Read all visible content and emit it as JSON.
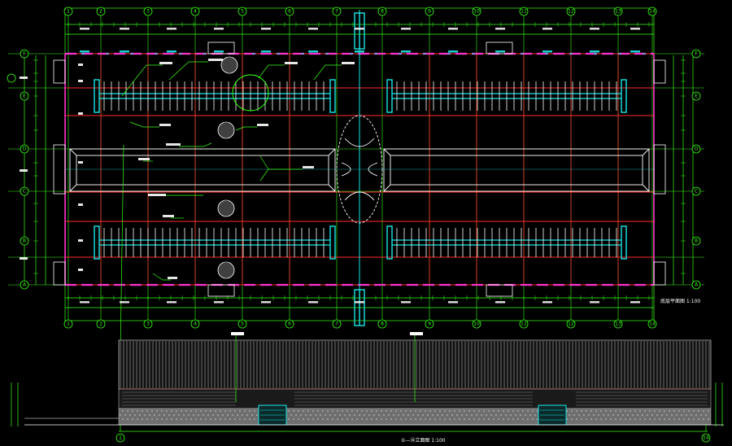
{
  "drawing": {
    "background": "#000000",
    "colors": {
      "grid_green": "#39ff14",
      "wall_red": "#ff2d2d",
      "cyan": "#19e6e6",
      "white": "#ffffff",
      "magenta": "#ff33cc",
      "roof_grey": "#b0b0b0",
      "gravel_grey": "#9a9a9a"
    },
    "plan": {
      "axis_top": [
        "1",
        "2",
        "3",
        "4",
        "5",
        "6",
        "7",
        "8",
        "9",
        "10",
        "11",
        "12",
        "13",
        "14"
      ],
      "axis_left": [
        "F",
        "E",
        "D",
        "C",
        "B",
        "A"
      ],
      "axis_bottom": [
        "1",
        "2",
        "3",
        "4",
        "5",
        "6",
        "7",
        "8",
        "9",
        "10",
        "11",
        "12",
        "13",
        "14"
      ],
      "title_label": "底层平面图 1:100"
    },
    "elevation": {
      "axis_left": "1",
      "axis_right": "14",
      "title_label": "①—⑭立面图 1:100"
    }
  }
}
